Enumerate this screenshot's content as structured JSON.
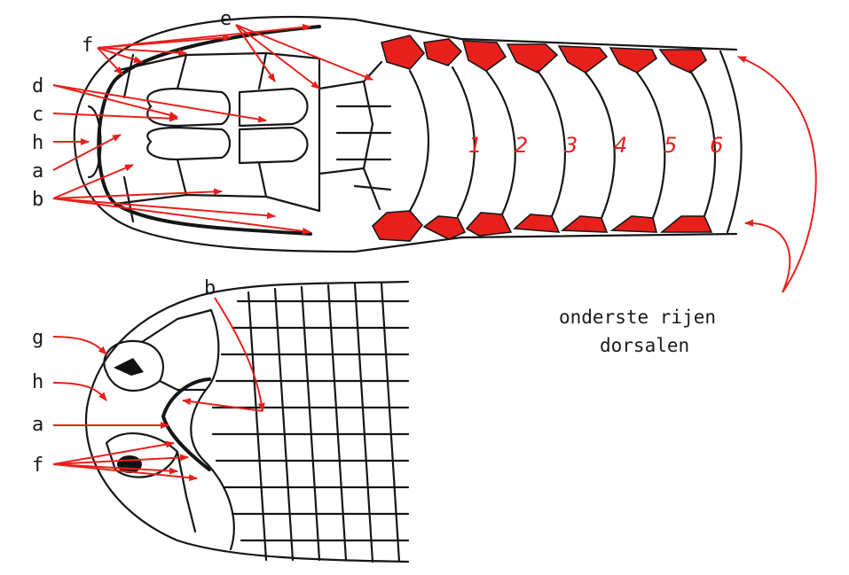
{
  "colors": {
    "accent": "#e8201b",
    "ink": "#161616",
    "background": "#ffffff"
  },
  "top_view": {
    "labels": {
      "f": "f",
      "e": "e",
      "d": "d",
      "c": "c",
      "h": "h",
      "a": "a",
      "b": "b"
    },
    "ventral_numbers": [
      "1",
      "2",
      "3",
      "4",
      "5",
      "6"
    ]
  },
  "side_view": {
    "labels": {
      "b": "b",
      "g": "g",
      "h": "h",
      "a": "a",
      "f": "f"
    }
  },
  "caption": {
    "line1": "onderste rijen",
    "line2": "dorsalen"
  }
}
